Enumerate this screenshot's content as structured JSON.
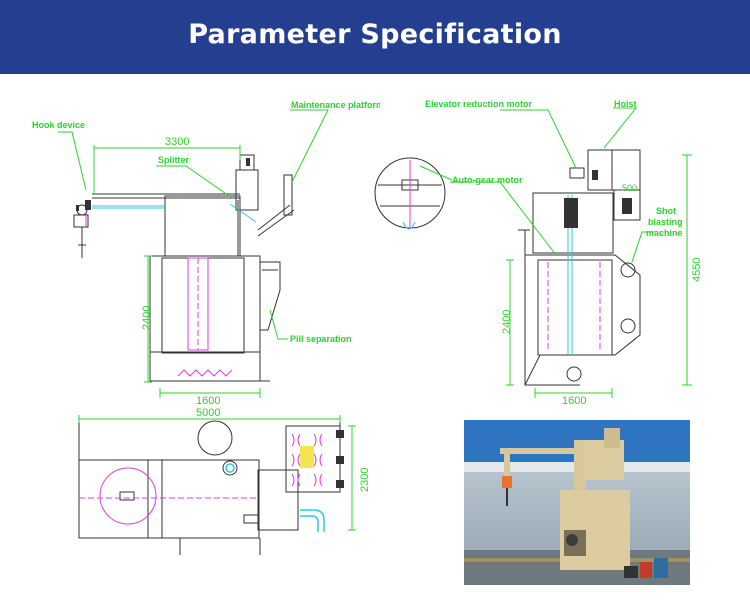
{
  "header": {
    "title": "Parameter Specification"
  },
  "side_view": {
    "labels": {
      "hook_device": "Hook device",
      "maintenance_platform": "Maintenance platform",
      "splitter": "Splitter",
      "pill_separation": "Pill separation"
    },
    "dims": {
      "width_top": "3300",
      "height": "2400",
      "width_bottom": "1600"
    }
  },
  "front_view": {
    "labels": {
      "elevator_reduction_motor": "Elevator reduction motor",
      "hoist": "Hoist",
      "auto_gear_motor": "Auto-gear motor",
      "shot_blasting_machine_1": "Shot",
      "shot_blasting_machine_2": "blasting",
      "shot_blasting_machine_3": "machine"
    },
    "dims": {
      "small": "500",
      "overall_height": "4550",
      "height": "2400",
      "width": "1600"
    }
  },
  "top_view": {
    "dims": {
      "length": "5000",
      "depth": "2300"
    }
  },
  "colors": {
    "header": "#243f8f",
    "labels": "#2fd12f",
    "accent_magenta": "#e03ce0",
    "accent_cyan": "#28c8e8"
  }
}
